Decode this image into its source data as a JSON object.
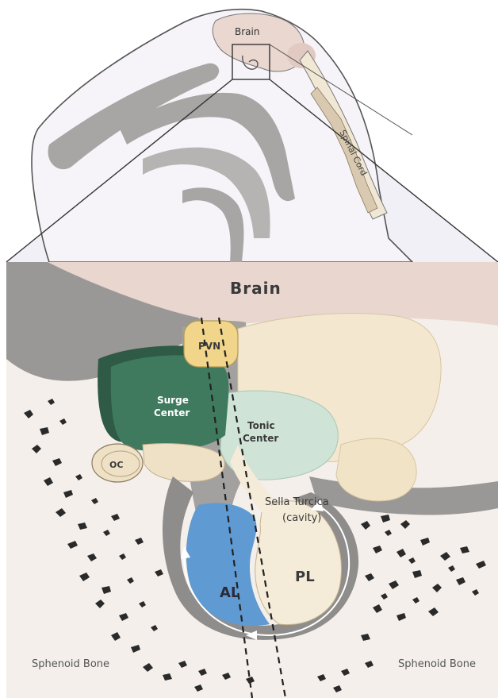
{
  "labels": {
    "top_brain": "Brain",
    "spinal_cord": "Spinal Cord",
    "main_brain": "Brain",
    "pvn": "PVN",
    "surge_line1": "Surge",
    "surge_line2": "Center",
    "tonic_line1": "Tonic",
    "tonic_line2": "Center",
    "oc": "OC",
    "sella_line1": "Sella Turcica",
    "sella_line2": "(cavity)",
    "al": "AL",
    "pl": "PL",
    "sphenoid_left": "Sphenoid Bone",
    "sphenoid_right": "Sphenoid Bone"
  },
  "colors": {
    "tissue_gray": "#9a9896",
    "brain_pink": "#ead8d1",
    "surge_green": "#3f7a5e",
    "tonic_mint": "#cfe3d6",
    "pvn_yellow": "#f0d58a",
    "al_blue": "#5f9bd2",
    "pl_cream": "#f4ebd8",
    "bone_dark": "#2b2a2a"
  }
}
